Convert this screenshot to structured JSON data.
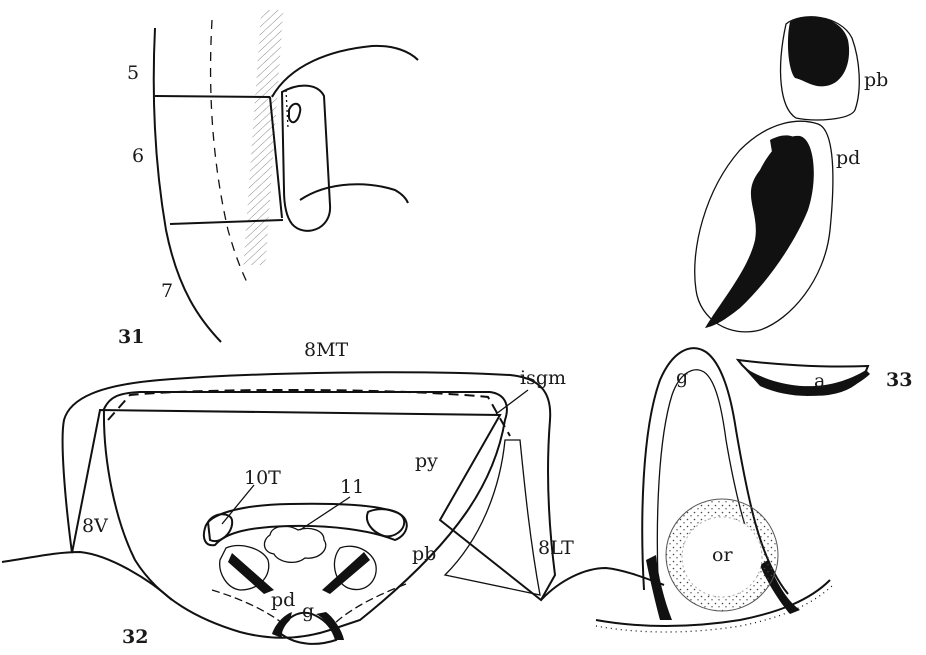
{
  "figure_numbers": {
    "fig31": "31",
    "fig32": "32",
    "fig33": "33"
  },
  "fig31": {
    "seg5": "5",
    "seg6": "6",
    "seg7": "7"
  },
  "fig32": {
    "top": "8MT",
    "isgm": "isgm",
    "t10": "10T",
    "s11": "11",
    "py": "py",
    "v8": "8V",
    "lt8": "8LT",
    "pb": "pb",
    "pd": "pd",
    "g": "g"
  },
  "fig33": {
    "pb": "pb",
    "pd": "pd",
    "a": "a",
    "g": "g",
    "or": "or"
  },
  "colors": {
    "ink": "#111111",
    "paper": "#ffffff",
    "stipple": "#555555"
  }
}
